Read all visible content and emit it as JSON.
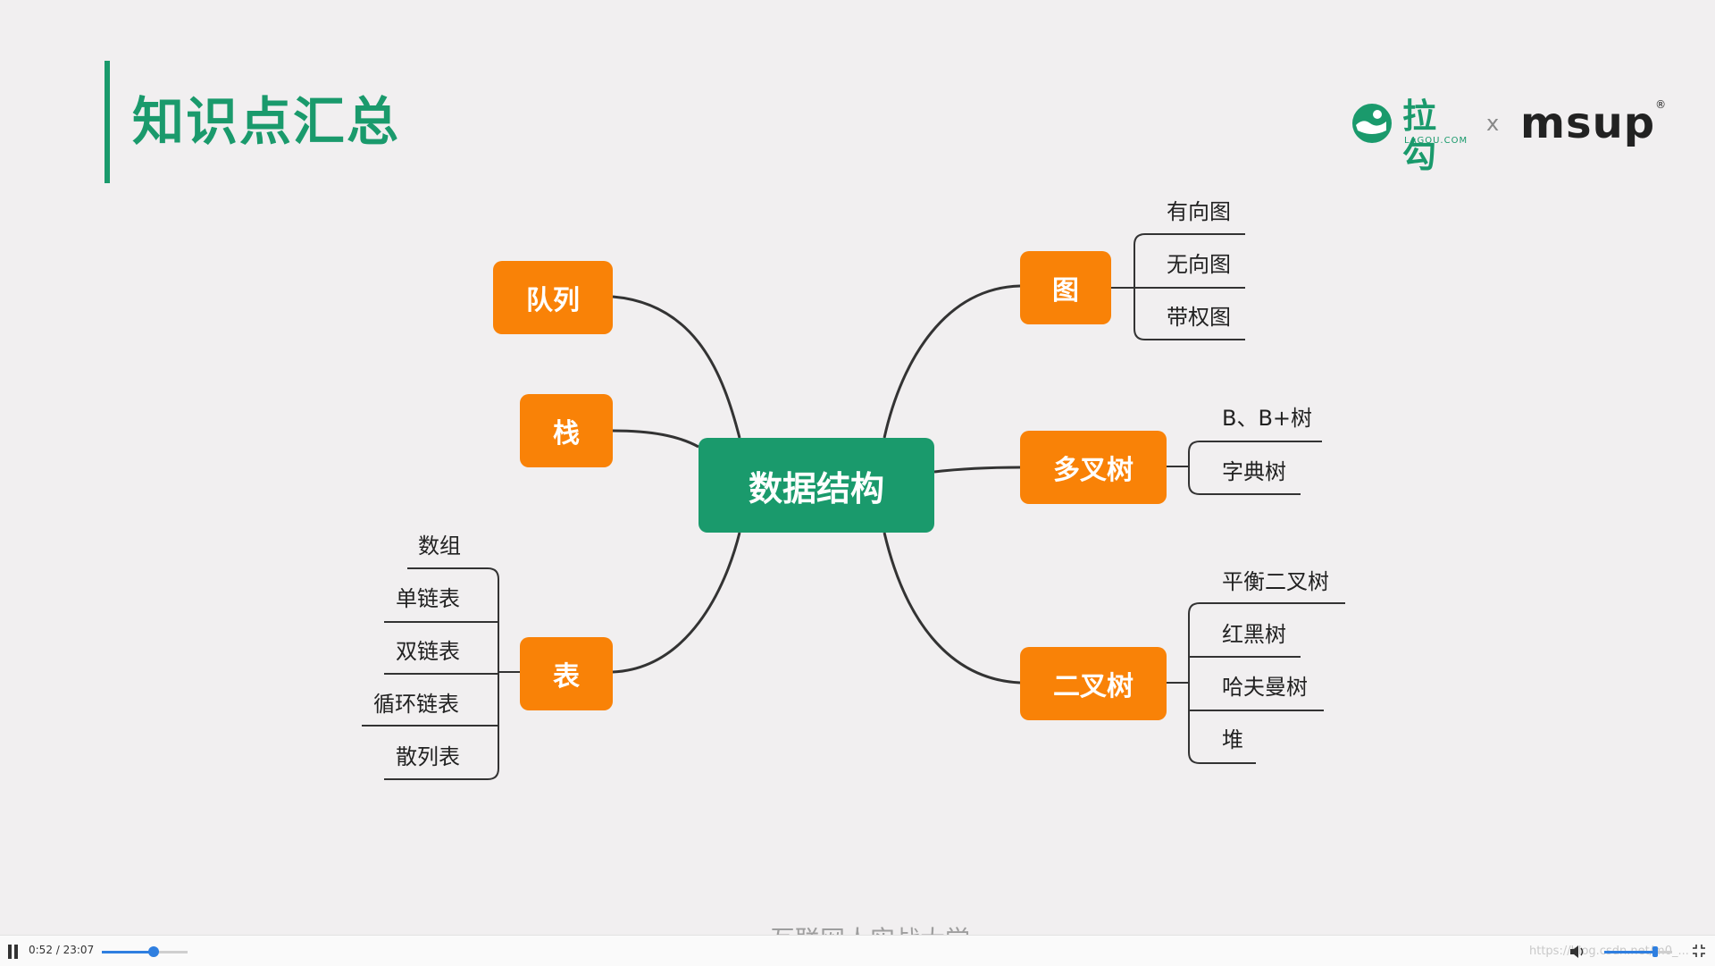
{
  "slide": {
    "title": "知识点汇总",
    "brand": {
      "lagou": "拉勾",
      "lagou_sub": "LAGOU.COM",
      "separator": "x",
      "partner": "msup",
      "partner_mark": "®"
    },
    "watermark": "互联网人实战大学"
  },
  "mindmap": {
    "center": "数据结构",
    "branches": {
      "queue": "队列",
      "stack": "栈",
      "table": "表",
      "graph": "图",
      "multiway_tree": "多叉树",
      "binary_tree": "二叉树"
    },
    "leaves": {
      "table": [
        "数组",
        "单链表",
        "双链表",
        "循环链表",
        "散列表"
      ],
      "graph": [
        "有向图",
        "无向图",
        "带权图"
      ],
      "multiway_tree": [
        "B、B+树",
        "字典树"
      ],
      "binary_tree": [
        "平衡二叉树",
        "红黑树",
        "哈夫曼树",
        "堆"
      ]
    }
  },
  "player": {
    "time": "0:52 / 23:07",
    "progress": 0.6,
    "volume": 0.75,
    "url_overlay": "https://blog.csdn.net/m0_..."
  },
  "colors": {
    "accent_green": "#1a9a6c",
    "accent_orange": "#f98207",
    "progress_blue": "#2f7fe0"
  }
}
